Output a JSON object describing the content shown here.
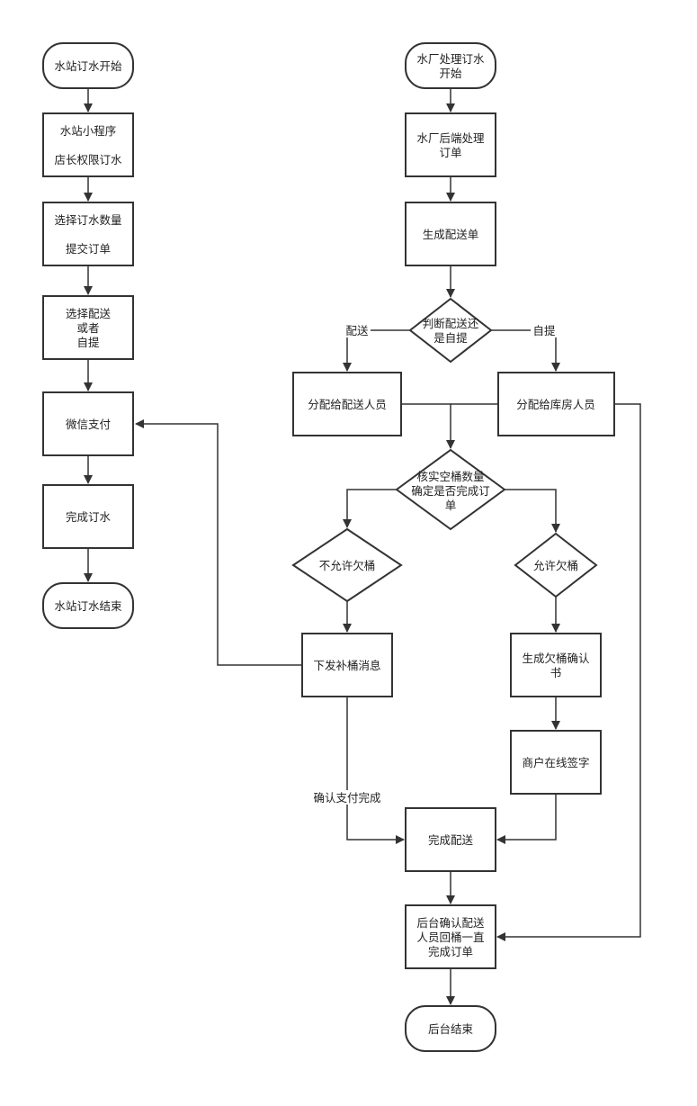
{
  "colors": {
    "stroke": "#333333",
    "background": "#ffffff",
    "text": "#222222"
  },
  "nodes": {
    "s_start": "水站订水开始",
    "s_app": [
      "水站小程序",
      "",
      "店长权限订水"
    ],
    "s_select": [
      "选择订水数量",
      "",
      "提交订单"
    ],
    "s_delivery": [
      "选择配送",
      "或者",
      "自提"
    ],
    "s_pay": "微信支付",
    "s_done": "完成订水",
    "s_end": "水站订水结束",
    "f_start": [
      "水厂处理订水",
      "开始"
    ],
    "f_process": [
      "水厂后端处理",
      "订单"
    ],
    "f_gen": "生成配送单",
    "f_judge": [
      "判断配送还",
      "是自提"
    ],
    "f_assign_d": "分配给配送人员",
    "f_assign_w": "分配给库房人员",
    "f_check": [
      "核实空桶数量",
      "确定是否完成订",
      "单"
    ],
    "f_no_owe": "不允许欠桶",
    "f_owe": "允许欠桶",
    "f_notify": "下发补桶消息",
    "f_owe_doc": [
      "生成欠桶确认",
      "书"
    ],
    "f_sign": "商户在线签字",
    "f_deliv_done": "完成配送",
    "f_confirm": [
      "后台确认配送",
      "人员回桶一直",
      "完成订单"
    ],
    "f_end": "后台结束"
  },
  "edges": {
    "delivery": "配送",
    "self_pickup": "自提",
    "pay_done": "确认支付完成"
  }
}
